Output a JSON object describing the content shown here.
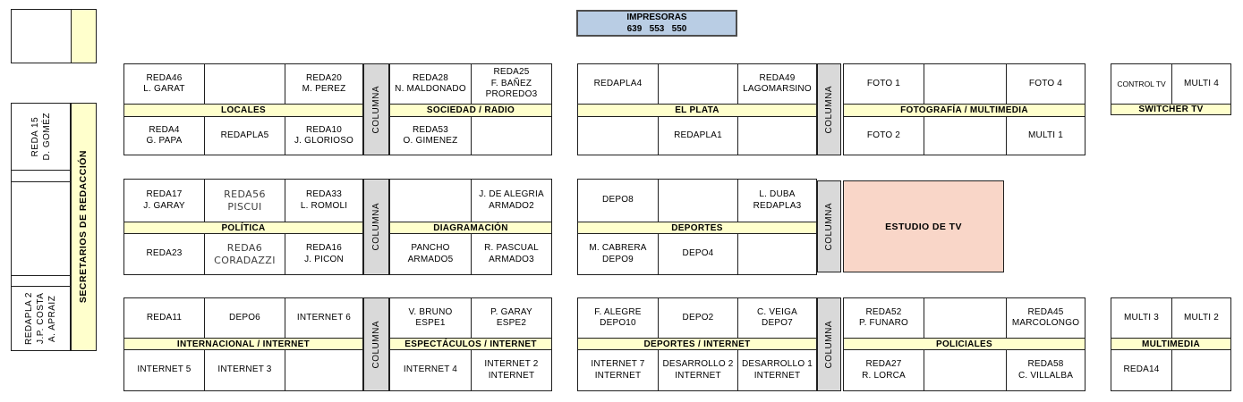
{
  "impresoras": {
    "line1": "IMPRESORAS",
    "line2": "639   553   550"
  },
  "left_panel": {
    "reda15": "REDA 15\nD. GOMÉZ",
    "secretarios": "SECRETARIOS DE REDACCIÓN",
    "redapla2": "REDAPLA 2\nJ.P. COSTA\nA. APRAIZ"
  },
  "labels": {
    "columna": "COLUMNA"
  },
  "estudio": {
    "label": "ESTUDIO DE TV"
  },
  "colors": {
    "band_yellow": "#FFFFCC",
    "columna_gray": "#D9D9D9",
    "estudio_pink": "#F9D6C8",
    "impresoras_blue": "#B9CDE4"
  },
  "blocks": {
    "locales": {
      "header": "LOCALES",
      "top": [
        "REDA46\nL. GARAT",
        "",
        "REDA20\nM. PEREZ"
      ],
      "bottom": [
        "REDA4\nG. PAPA",
        "REDAPLA5",
        "REDA10\nJ. GLORIOSO"
      ]
    },
    "sociedad": {
      "header": "SOCIEDAD / RADIO",
      "top": [
        "REDA28\nN. MALDONADO",
        "REDA25\nF. BAÑEZ\nPROREDO3"
      ],
      "bottom": [
        "REDA53\nO. GIMENEZ",
        ""
      ]
    },
    "elplata": {
      "header": "EL PLATA",
      "top": [
        "REDAPLA4",
        "",
        "REDA49\nLAGOMARSINO"
      ],
      "bottom": [
        "",
        "REDAPLA1",
        ""
      ]
    },
    "foto": {
      "header": "FOTOGRAFÍA / MULTIMEDIA",
      "top": [
        "FOTO 1",
        "",
        "FOTO 4"
      ],
      "bottom": [
        "FOTO 2",
        "",
        "MULTI 1"
      ]
    },
    "switcher": {
      "header": "SWITCHER TV",
      "top": [
        "CONTROL TV",
        "MULTI 4"
      ]
    },
    "politica": {
      "header": "POLÍTICA",
      "top": [
        "REDA17\nJ. GARAY",
        "REDA56\nPISCUI",
        "REDA33\nL. ROMOLI"
      ],
      "bottom": [
        "REDA23",
        "REDA6\nCORADAZZI",
        "REDA16\nJ. PICON"
      ]
    },
    "diagramacion": {
      "header": "DIAGRAMACIÓN",
      "top": [
        "",
        "J. DE ALEGRIA\nARMADO2"
      ],
      "bottom": [
        "PANCHO\nARMADO5",
        "R. PASCUAL\nARMADO3"
      ]
    },
    "deportes": {
      "header": "DEPORTES",
      "top": [
        "DEPO8",
        "",
        "L. DUBA\nREDAPLA3"
      ],
      "bottom": [
        "M. CABRERA\nDEPO9",
        "DEPO4",
        ""
      ]
    },
    "internacional": {
      "header": "INTERNACIONAL / INTERNET",
      "top": [
        "REDA11",
        "DEPO6",
        "INTERNET 6"
      ],
      "bottom": [
        "INTERNET 5",
        "INTERNET 3",
        ""
      ]
    },
    "espectaculos": {
      "header": "ESPECTÁCULOS / INTERNET",
      "top": [
        "V. BRUNO\nESPE1",
        "P. GARAY\nESPE2"
      ],
      "bottom": [
        "INTERNET 4",
        "INTERNET 2\nINTERNET"
      ]
    },
    "deportes_internet": {
      "header": "DEPORTES / INTERNET",
      "top": [
        "F. ALEGRE\nDEPO10",
        "DEPO2",
        "C. VEIGA\nDEPO7"
      ],
      "bottom": [
        "INTERNET 7\nINTERNET",
        "DESARROLLO 2\nINTERNET",
        "DESARROLLO 1\nINTERNET"
      ]
    },
    "policiales": {
      "header": "POLICIALES",
      "top": [
        "REDA52\nP. FUNARO",
        "",
        "REDA45\nMARCOLONGO"
      ],
      "bottom": [
        "REDA27\nR. LORCA",
        "",
        "REDA58\nC. VILLALBA"
      ]
    },
    "multimedia": {
      "header": "MULTIMEDIA",
      "top": [
        "MULTI 3",
        "MULTI 2"
      ],
      "bottom": [
        "REDA14",
        ""
      ]
    }
  }
}
